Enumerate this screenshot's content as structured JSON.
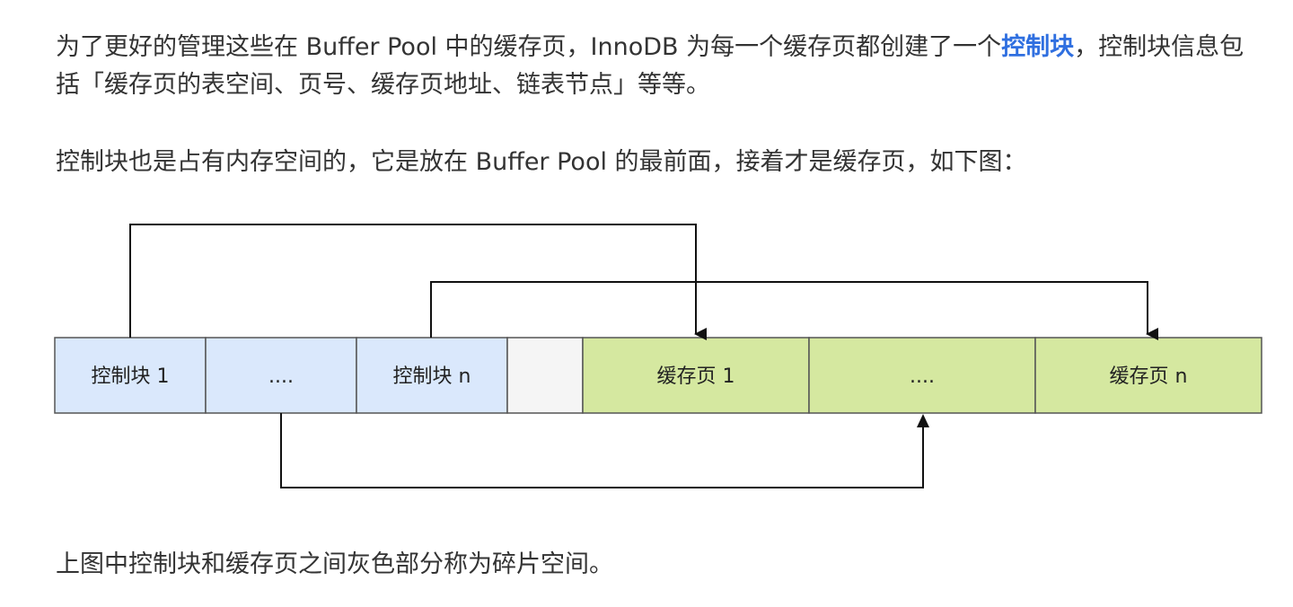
{
  "paragraphs": {
    "p1_before": "为了更好的管理这些在 Buffer Pool 中的缓存页，InnoDB 为每一个缓存页都创建了一个",
    "p1_link": "控制块",
    "p1_after": "，控制块信息包括「缓存页的表空间、页号、缓存页地址、链表节点」等等。",
    "p2": "控制块也是占有内存空间的，它是放在 Buffer Pool 的最前面，接着才是缓存页，如下图：",
    "p3": "上图中控制块和缓存页之间灰色部分称为碎片空间。"
  },
  "diagram": {
    "cells": [
      {
        "label": "控制块 1",
        "kind": "control"
      },
      {
        "label": "....",
        "kind": "control"
      },
      {
        "label": "控制块 n",
        "kind": "control"
      },
      {
        "label": "",
        "kind": "fragment"
      },
      {
        "label": "缓存页 1",
        "kind": "page"
      },
      {
        "label": "....",
        "kind": "page"
      },
      {
        "label": "缓存页 n",
        "kind": "page"
      }
    ],
    "colors": {
      "control": "#dae8fc",
      "fragment": "#f5f5f5",
      "page": "#d5e8a0",
      "stroke": "#555555",
      "link": "#2f6fe0"
    }
  }
}
